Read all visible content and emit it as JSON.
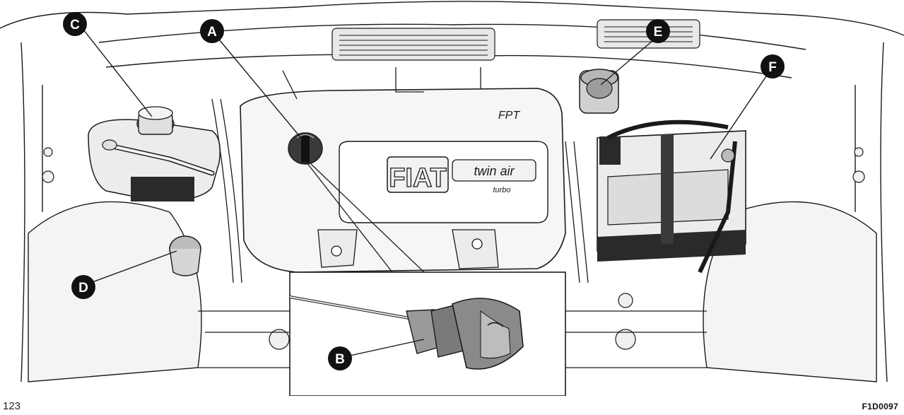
{
  "figure": {
    "page_number": "123",
    "code": "F1D0097"
  },
  "labels": {
    "A": "A",
    "B": "B",
    "C": "C",
    "D": "D",
    "E": "E",
    "F": "F"
  },
  "engine_cover": {
    "brand": "FIAT",
    "engine_name": "twin air",
    "engine_sub": "turbo",
    "logo": "FPT"
  },
  "colors": {
    "line": "#1a1a1a",
    "fill_light": "#f2f2f2",
    "fill_mid": "#cfcfcf",
    "fill_dark": "#2a2a2a",
    "callout_bg": "#111111",
    "callout_text": "#ffffff"
  }
}
